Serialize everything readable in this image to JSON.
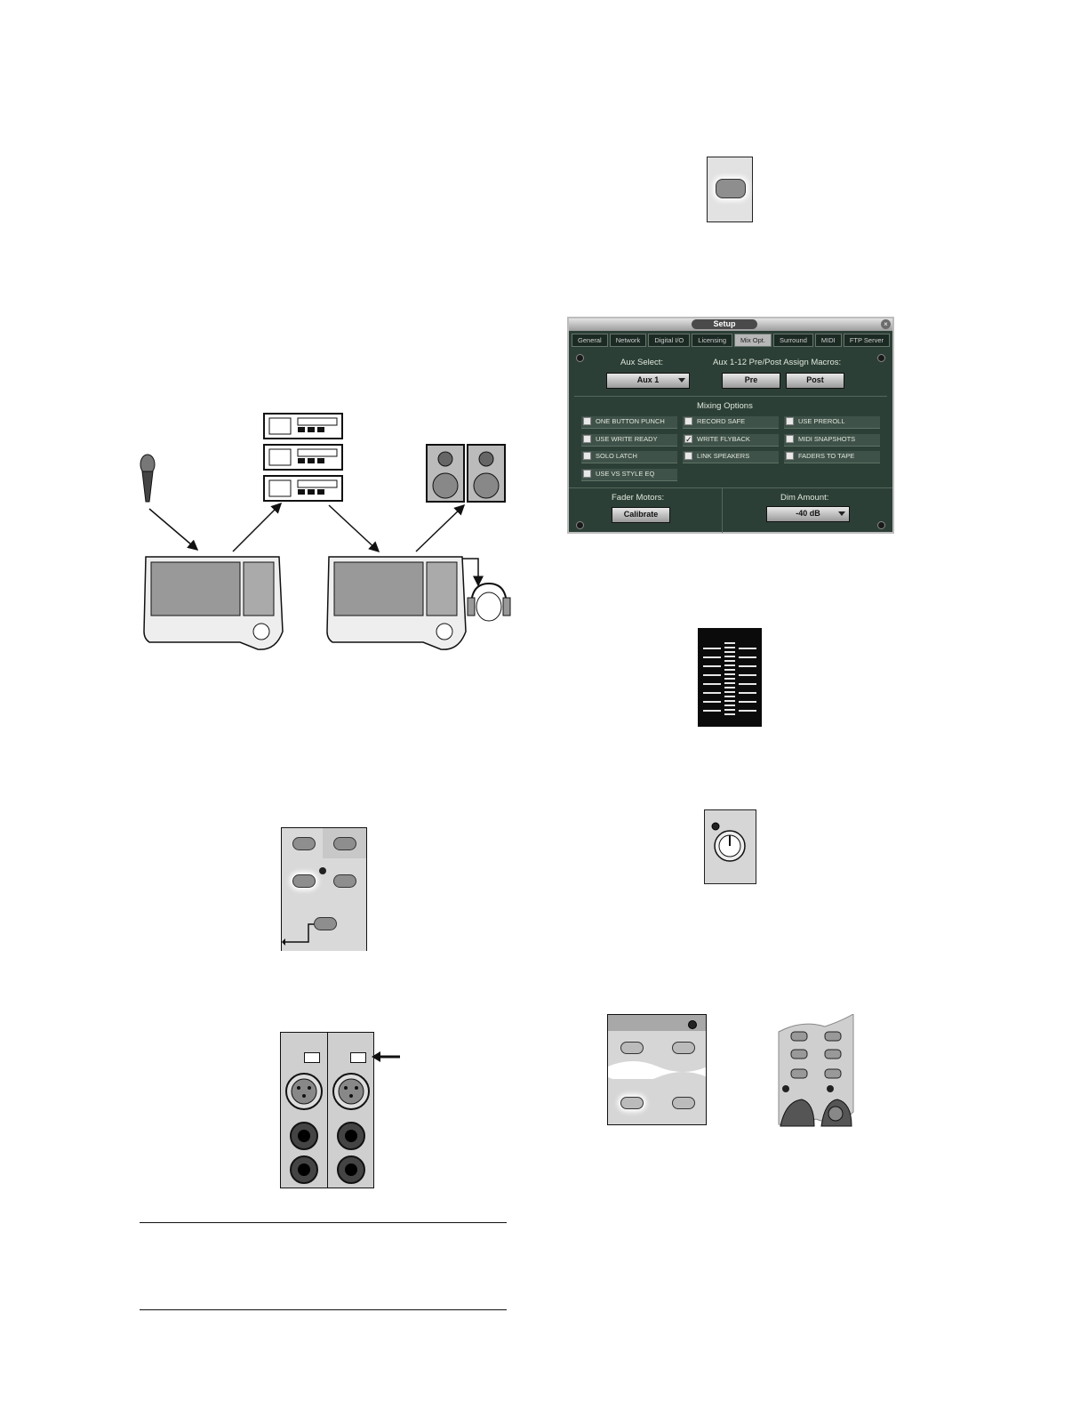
{
  "setup_dialog": {
    "title": "Setup",
    "close_glyph": "×",
    "tabs": [
      "General",
      "Network",
      "Digital I/O",
      "Licensing",
      "Mix Opt.",
      "Surround",
      "MIDI",
      "FTP Server"
    ],
    "active_tab": "Mix Opt.",
    "aux_select": {
      "label": "Aux Select:",
      "value": "Aux 1"
    },
    "macros": {
      "label": "Aux 1-12 Pre/Post Assign Macros:",
      "pre": "Pre",
      "post": "Post"
    },
    "mixing_options": {
      "heading": "Mixing Options",
      "items": [
        {
          "label": "ONE BUTTON PUNCH",
          "checked": false
        },
        {
          "label": "RECORD SAFE",
          "checked": false
        },
        {
          "label": "USE PREROLL",
          "checked": false
        },
        {
          "label": "USE WRITE READY",
          "checked": false
        },
        {
          "label": "WRITE FLYBACK",
          "checked": true
        },
        {
          "label": "MIDI SNAPSHOTS",
          "checked": false
        },
        {
          "label": "SOLO LATCH",
          "checked": false
        },
        {
          "label": "LINK SPEAKERS",
          "checked": false
        },
        {
          "label": "FADERS TO TAPE",
          "checked": false
        },
        {
          "label": "USE VS STYLE EQ",
          "checked": false
        }
      ],
      "check_glyph": "✓"
    },
    "fader_motors": {
      "label": "Fader Motors:",
      "button": "Calibrate"
    },
    "dim_amount": {
      "label": "Dim Amount:",
      "value": "-40 dB"
    }
  },
  "colors": {
    "panel": "#2c3f36",
    "option_row": "#3f5249",
    "button_gray": "#8e8e8e"
  },
  "icons": [
    "microphone-icon",
    "rack-unit-icon",
    "speaker-icon",
    "mixing-console-icon",
    "headphones-icon",
    "xlr-connector-icon",
    "quarter-inch-jack-icon"
  ]
}
